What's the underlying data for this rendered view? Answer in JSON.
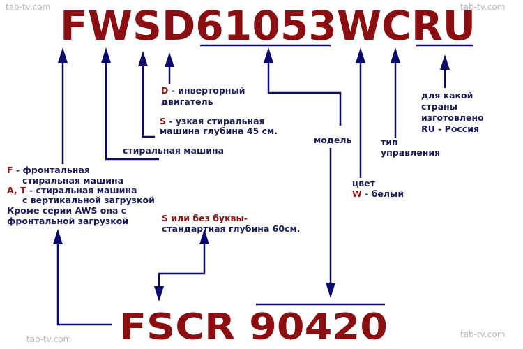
{
  "watermark": "tab-tv.com",
  "top_code": {
    "segments": [
      "FWSD",
      "610",
      "53",
      "W",
      "C",
      "RU"
    ]
  },
  "bottom_code": {
    "prefix": "FSCR",
    "number": "90420"
  },
  "labels": {
    "d_key": "D",
    "d_text": " - инверторный",
    "d_text2": "двигатель",
    "s_key": "S",
    "s_text": " - узкая стиральная",
    "s_text2": "машина глубина 45 см.",
    "washing_machine": "стиральная машина",
    "f_key": "F",
    "f_text": " - фронтальная",
    "f_text2": "стиральная машина",
    "at_key": "A, T",
    "at_text": " - стиральная машина",
    "at_text2": "с вертикальной загрузкой",
    "aws_text": "Кроме серии AWS она с",
    "aws_text2": "фронтальной загрузкой",
    "model": "модель",
    "color": "цвет",
    "w_key": "W",
    "w_text": " - белый",
    "control1": "тип",
    "control2": "управления",
    "country1": "для какой",
    "country2": "страны",
    "country3": "изготовлено",
    "country4": "RU - Россия",
    "depth_key": "S или без буквы-",
    "depth_text": "стандартная глубина 60см."
  }
}
